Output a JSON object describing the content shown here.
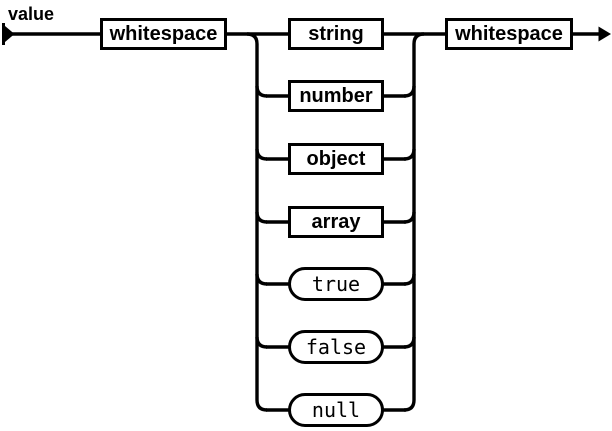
{
  "diagram": {
    "title": "value",
    "kind": "railroad-syntax-diagram",
    "entry_node": {
      "label": "whitespace",
      "type": "nonterminal"
    },
    "exit_node": {
      "label": "whitespace",
      "type": "nonterminal"
    },
    "branches": [
      {
        "label": "string",
        "type": "nonterminal"
      },
      {
        "label": "number",
        "type": "nonterminal"
      },
      {
        "label": "object",
        "type": "nonterminal"
      },
      {
        "label": "array",
        "type": "nonterminal"
      },
      {
        "label": "true",
        "type": "terminal"
      },
      {
        "label": "false",
        "type": "terminal"
      },
      {
        "label": "null",
        "type": "terminal"
      }
    ],
    "colors": {
      "line": "#000000",
      "text": "#000000",
      "background": "#ffffff",
      "node_fill": "#ffffff"
    }
  }
}
